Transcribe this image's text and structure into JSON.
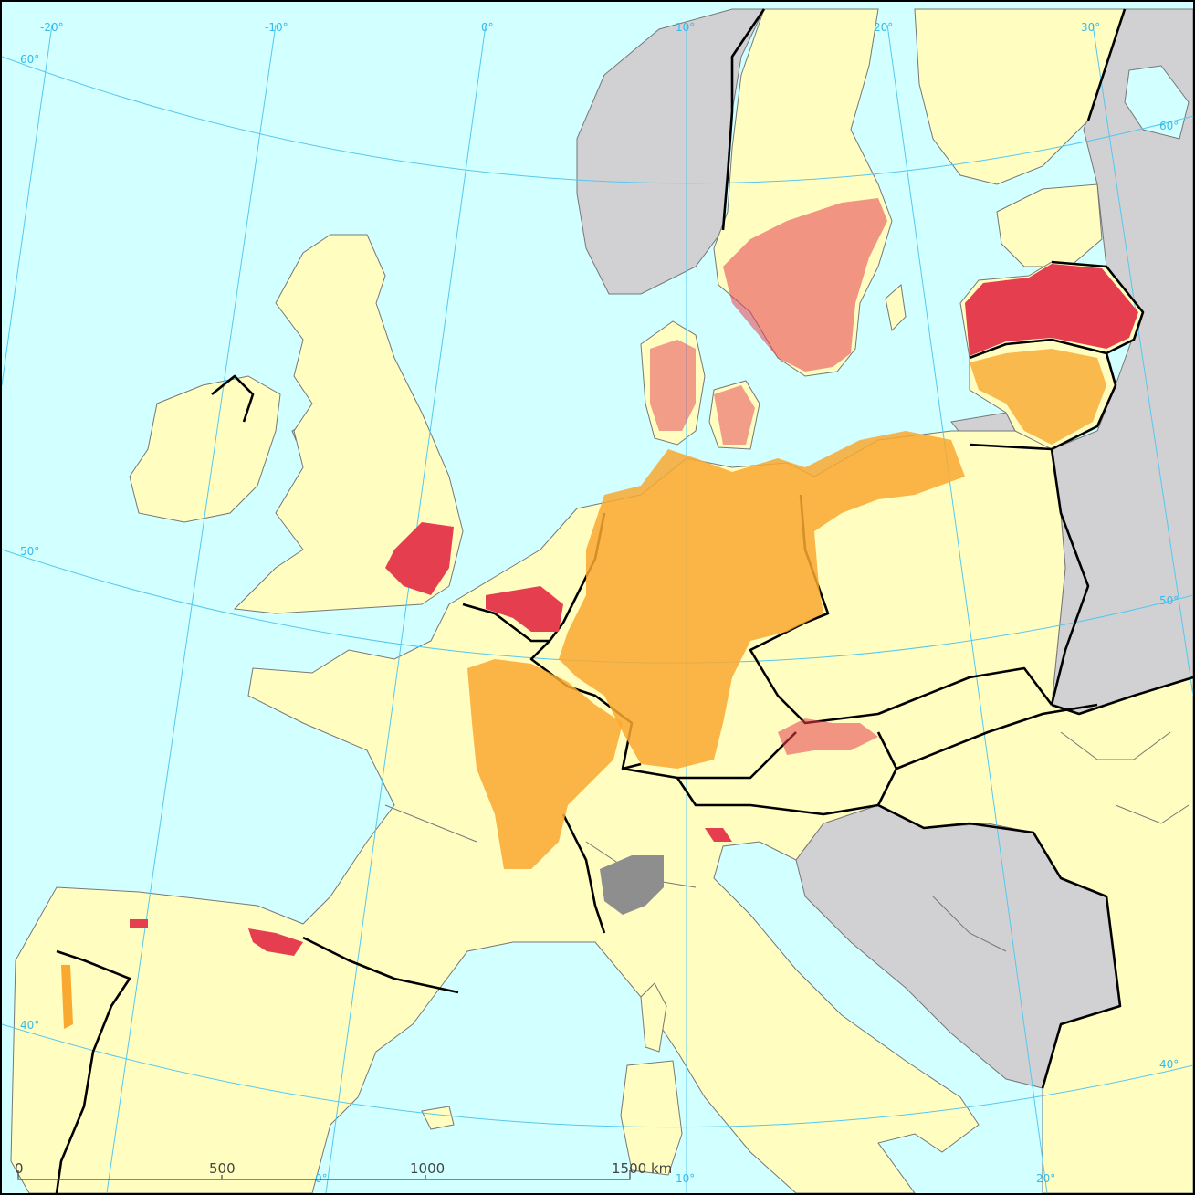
{
  "graticule_labels": {
    "lon_top": [
      "-20°",
      "-10°",
      "0°",
      "10°",
      "20°",
      "30°"
    ],
    "lon_bottom": [
      "0°",
      "10°",
      "20°"
    ],
    "lat_left": [
      "60°",
      "50°",
      "40°"
    ],
    "lat_right": [
      "60°",
      "50°",
      "40°"
    ]
  },
  "scale_bar": {
    "ticks": [
      "0",
      "500",
      "1000",
      "1500 km"
    ]
  },
  "colors": {
    "sea": "#d2ffff",
    "land": "#fffdc0",
    "no_data": "#d1d1d4",
    "present_red": "#e53e4f",
    "present_orange": "#f9a830",
    "unknown_grey": "#8e8e8e"
  }
}
